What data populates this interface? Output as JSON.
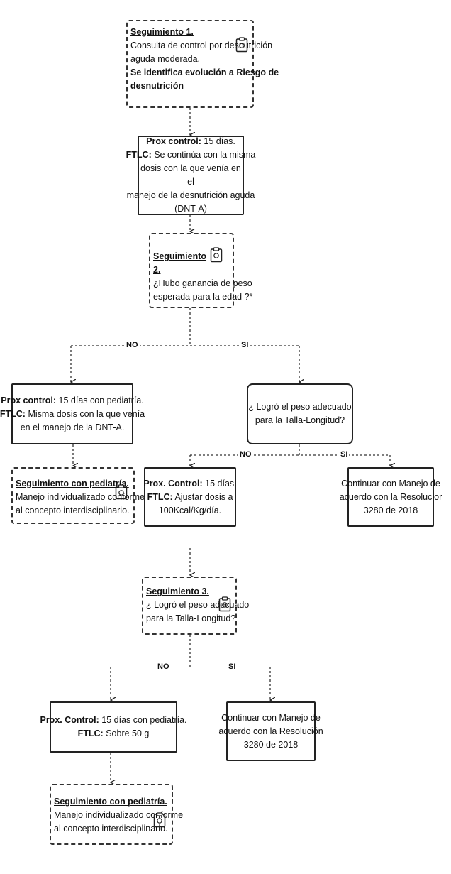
{
  "nodes": {
    "seg1": {
      "title": "Seguimiento 1.",
      "l1": "Consulta de control por desnutrición",
      "l2": "aguda moderada.",
      "l3": "Se identifica evolución a Riesgo de",
      "l4": "desnutrición"
    },
    "ctrl1": {
      "a_bold": "Prox control:",
      "a": " 15 días.",
      "b_bold": "FTLC:",
      "b": " Se continúa con la misma",
      "c": "dosis con la que venía en el",
      "d": "manejo de la desnutrición aguda",
      "e": "(DNT-A)"
    },
    "seg2": {
      "title": "Seguimiento 2.",
      "l1": "¿Hubo ganancia de peso",
      "l2": "esperada para la edad ?*"
    },
    "ctrl_no": {
      "a_bold": "Prox control:",
      "a": " 15 días con pediatría.",
      "b_bold": "FTLC:",
      "b": " Misma dosis con la que venía",
      "c": "en el manejo de la DNT-A."
    },
    "q_peso": {
      "l1": "¿ Logró el peso adecuado",
      "l2": "para la Talla-Longitud?"
    },
    "seg_ped1": {
      "title": "Seguimiento con pediatría.",
      "l1": "Manejo individualizado conforme",
      "l2": "al concepto interdisciplinario."
    },
    "ctrl_ajuste": {
      "a_bold": "Prox. Control:",
      "a": " 15 días.",
      "b_bold": "FTLC:",
      "b": " Ajustar dosis a",
      "c": "100Kcal/Kg/día."
    },
    "cont1": {
      "l1": "Continuar con Manejo de",
      "l2": "acuerdo con la Resolucior",
      "l3": "3280 de 2018"
    },
    "seg3": {
      "title": "Seguimiento 3.",
      "l1": "¿ Logró el peso adecuado",
      "l2": "para la Talla-Longitud?"
    },
    "ctrl_sobre": {
      "a_bold": "Prox. Control:",
      "a": " 15 días con pediatría.",
      "b_bold": "FTLC:",
      "b": " Sobre 50 g"
    },
    "cont2": {
      "l1": "Continuar con Manejo de",
      "l2": "acuerdo con la Resolución",
      "l3": "3280 de 2018"
    },
    "seg_ped2": {
      "title": "Seguimiento con pediatría.",
      "l1": "Manejo individualizado conforme",
      "l2": "al concepto interdisciplinario."
    }
  },
  "labels": {
    "no": "NO",
    "si": "SI"
  },
  "icons": [
    "clipboard-icon"
  ]
}
